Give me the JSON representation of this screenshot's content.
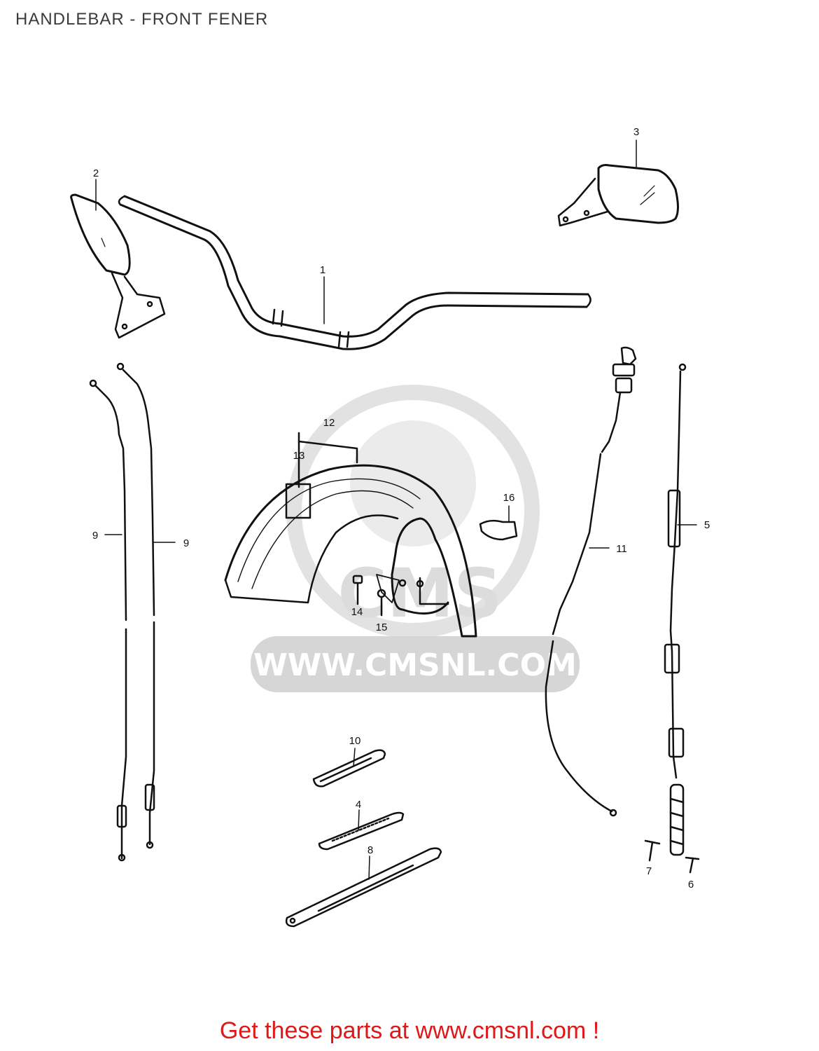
{
  "header": {
    "title": "HANDLEBAR - FRONT FENER"
  },
  "watermark": {
    "text": "WWW.CMSNL.COM",
    "logo": "CMS"
  },
  "callouts": {
    "handlebar": "1",
    "mirror_left": "2",
    "mirror_right": "3",
    "cable_right": "5",
    "bolt_6": "6",
    "bolt_7": "7",
    "strip_4": "4",
    "stay_8": "8",
    "cable_left_a": "9",
    "cable_left_b": "9",
    "plate_10": "10",
    "cable_center": "11",
    "decal_12": "12",
    "decal_13": "13",
    "bolt_14": "14",
    "washer_15": "15",
    "cap_16": "16"
  },
  "footer": {
    "text": "Get these parts at www.cmsnl.com !",
    "color": "#e01818"
  },
  "colors": {
    "line": "#111111",
    "watermark": "#d9d9d9"
  }
}
